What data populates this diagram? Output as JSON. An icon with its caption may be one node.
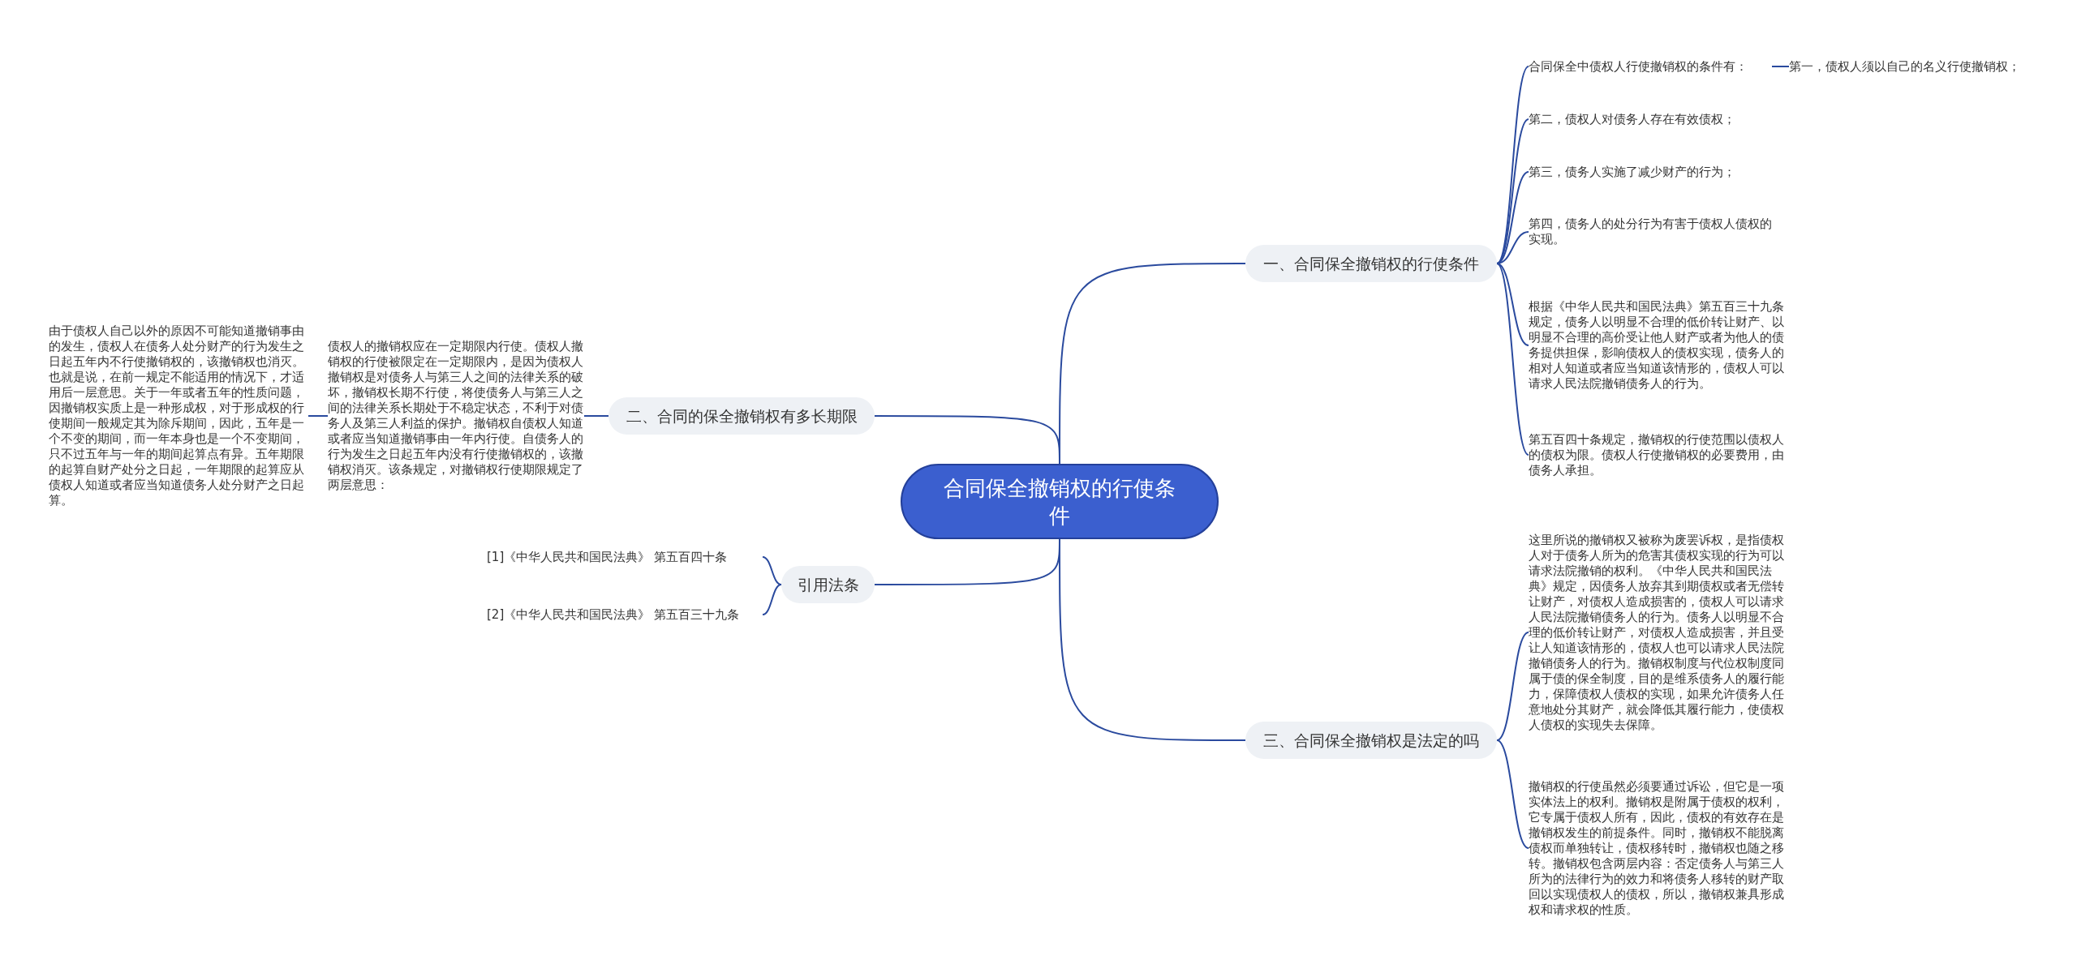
{
  "diagram": {
    "nodes": [
      {
        "text": [
          "合同保全撤销权的行使条件"
        ]
      },
      {
        "text": [
          "一、合同保全撤销权的行使条件"
        ]
      },
      {
        "text": [
          "合同保全中债权人行使撤销权的条件有："
        ]
      },
      {
        "text": [
          "第一，债权人须以自己的名义行使撤销权；"
        ]
      },
      {
        "text": [
          "第二，债权人对债务人存在有效债权；"
        ]
      },
      {
        "text": [
          "第三，债务人实施了减少财产的行为；"
        ]
      },
      {
        "text": [
          "第四，债务人的处分行为有害于债权人债权的实现。"
        ]
      },
      {
        "text": [
          "根据《中华人民共和国民法典》第五百三十九条规定，债务人以明显不合理的低价转让财产、以明显不合理的高价受让他人财产或者为他人的债务提供担保，影响债权人的债权实现，债务人的相对人知道或者应当知道该情形的，债权人可以请求人民法院撤销债务人的行为。"
        ]
      },
      {
        "text": [
          "第五百四十条规定，撤销权的行使范围以债权人的债权为限。债权人行使撤销权的必要费用，由债务人承担。"
        ]
      },
      {
        "text": [
          "二、合同的保全撤销权有多长期限"
        ]
      },
      {
        "text": [
          "债权人的撤销权应在一定期限内行使。债权人撤销权的行使被限定在一定期限内，是因为债权人撤销权是对债务人与第三人之间的法律关系的破坏，撤销权长期不行使，将使债务人与第三人之间的法律关系长期处于不稳定状态，不利于对债务人及第三人利益的保护。撤销权自债权人知道或者应当知道撤销事由一年内行使。自债务人的行为发生之日起五年内没有行使撤销权的，该撤销权消灭。该条规定，对撤销权行使期限规定了两层意思："
        ]
      },
      {
        "text": [
          "由于债权人自己以外的原因不可能知道撤销事由的发生，债权人在债务人处分财产的行为发生之日起五年内不行使撤销权的，该撤销权也消灭。也就是说，在前一规定不能适用的情况下，才适用后一层意思。关于一年或者五年的性质问题，因撤销权实质上是一种形成权，对于形成权的行使期间一般规定其为除斥期间，因此，五年是一个不变的期间，而一年本身也是一个不变期间，只不过五年与一年的期间起算点有异。五年期限的起算自财产处分之日起，一年期限的起算应从债权人知道或者应当知道债务人处分财产之日起算。"
        ]
      },
      {
        "text": [
          "引用法条"
        ]
      },
      {
        "text": [
          "[1]《中华人民共和国民法典》 第五百四十条"
        ]
      },
      {
        "text": [
          "[2]《中华人民共和国民法典》 第五百三十九条"
        ]
      },
      {
        "text": [
          "三、合同保全撤销权是法定的吗"
        ]
      },
      {
        "text": [
          "这里所说的撤销权又被称为废罢诉权，是指债权人对于债务人所为的危害其债权实现的行为可以请求法院撤销的权利。《中华人民共和国民法典》规定，因债务人放弃其到期债权或者无偿转让财产，对债权人造成损害的，债权人可以请求人民法院撤销债务人的行为。债务人以明显不合理的低价转让财产，对债权人造成损害，并且受让人知道该情形的，债权人也可以请求人民法院撤销债务人的行为。撤销权制度与代位权制度同属于债的保全制度，目的是维系债务人的履行能力，保障债权人债权的实现，如果允许债务人任意地处分其财产，就会降低其履行能力，使债权人债权的实现失去保障。"
        ]
      },
      {
        "text": [
          "撤销权的行使虽然必须要通过诉讼，但它是一项实体法上的权利。撤销权是附属于债权的权利，它专属于债权人所有，因此，债权的有效存在是撤销权发生的前提条件。同时，撤销权不能脱离债权而单独转让，债权移转时，撤销权也随之移转。撤销权包含两层内容：否定债务人与第三人所为的法律行为的效力和将债务人移转的财产取回以实现债权人的债权，所以，撤销权兼具形成权和请求权的性质。"
        ]
      }
    ],
    "edges": [
      {
        "from": 0,
        "to": 1,
        "arrow": "none"
      },
      {
        "from": 1,
        "to": 2,
        "arrow": "none"
      },
      {
        "from": 2,
        "to": 3,
        "arrow": "none"
      },
      {
        "from": 1,
        "to": 4,
        "arrow": "none"
      },
      {
        "from": 1,
        "to": 5,
        "arrow": "none"
      },
      {
        "from": 1,
        "to": 6,
        "arrow": "none"
      },
      {
        "from": 1,
        "to": 7,
        "arrow": "none"
      },
      {
        "from": 1,
        "to": 8,
        "arrow": "none"
      },
      {
        "from": 0,
        "to": 9,
        "arrow": "none"
      },
      {
        "from": 9,
        "to": 10,
        "arrow": "none"
      },
      {
        "from": 10,
        "to": 11,
        "arrow": "none"
      },
      {
        "from": 0,
        "to": 12,
        "arrow": "none"
      },
      {
        "from": 12,
        "to": 13,
        "arrow": "none"
      },
      {
        "from": 12,
        "to": 14,
        "arrow": "none"
      },
      {
        "from": 0,
        "to": 15,
        "arrow": "none"
      },
      {
        "from": 15,
        "to": 16,
        "arrow": "none"
      },
      {
        "from": 15,
        "to": 17,
        "arrow": "none"
      }
    ]
  }
}
